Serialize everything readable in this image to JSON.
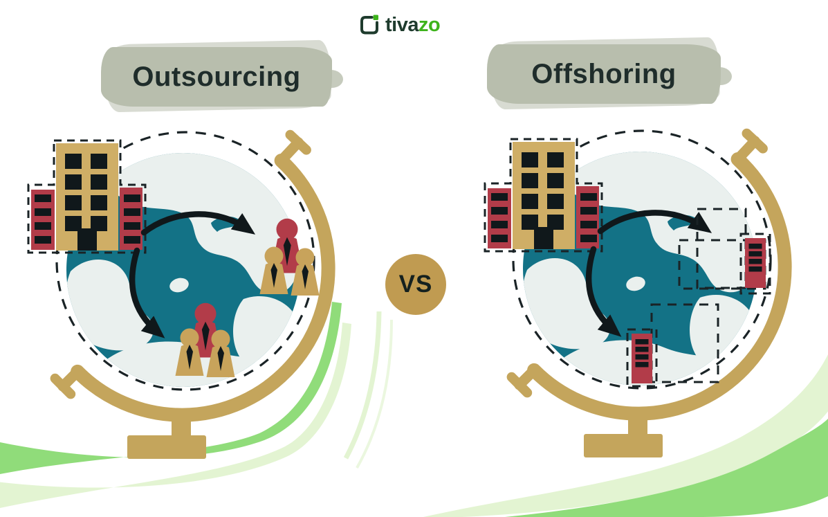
{
  "logo": {
    "text_primary": "tiva",
    "text_accent": "zo"
  },
  "headings": {
    "left": "Outsourcing",
    "right": "Offshoring"
  },
  "vs_badge": "VS",
  "colors": {
    "brand_green": "#3eb31c",
    "brand_dark": "#1e3b2d",
    "heading_bg": "#b8bead",
    "heading_text": "#1f2d2b",
    "vs_gold": "#c09b51",
    "globe_teal": "#137286",
    "continent": "#eaf0ee",
    "stand_gold": "#c4a55c",
    "building_tan": "#cfae66",
    "accent_red": "#b23c49",
    "ink": "#10181b",
    "swoosh_green": "#90dc7a",
    "swoosh_light": "#e3f4d2"
  }
}
